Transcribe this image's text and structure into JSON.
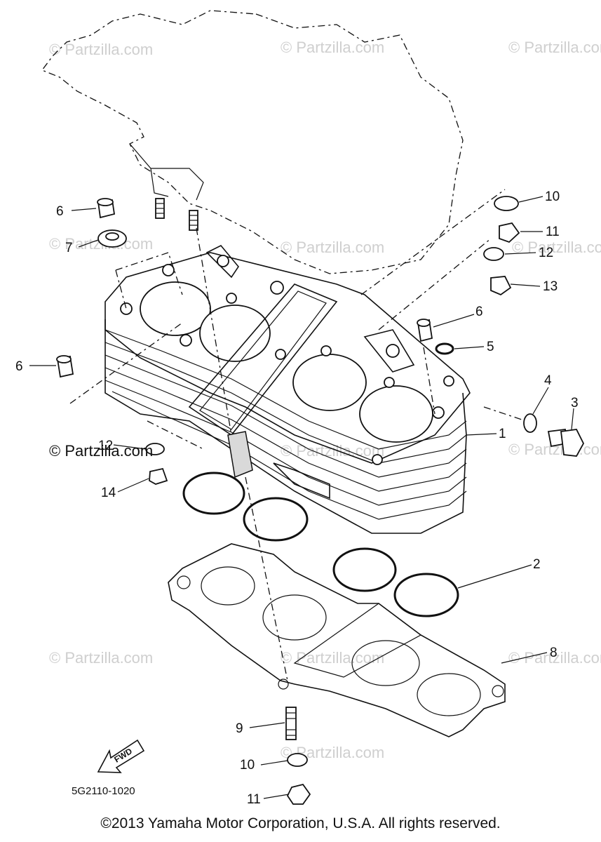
{
  "watermarks": [
    "© Partzilla.com",
    "© Partzilla.com",
    "© Partzilla.com",
    "© Partzilla.com",
    "© Partzilla.com",
    "© Partzilla.com",
    "© Partzilla.com",
    "© Partzilla.com",
    "© Partzilla.com",
    "© Partzilla.com",
    "© Partzilla.com",
    "© Partzilla.com"
  ],
  "watermark_prominent": "© Partzilla.com",
  "callouts": {
    "c1": "1",
    "c2": "2",
    "c3": "3",
    "c4": "4",
    "c5": "5",
    "c6a": "6",
    "c6b": "6",
    "c6c": "6",
    "c7": "7",
    "c8": "8",
    "c9": "9",
    "c10a": "10",
    "c10b": "10",
    "c11a": "11",
    "c11b": "11",
    "c12a": "12",
    "c12b": "12",
    "c13": "13",
    "c14": "14"
  },
  "diagram_code": "5G2110-1020",
  "fwd_label": "FWD",
  "copyright": "©2013 Yamaha Motor Corporation, U.S.A. All rights reserved."
}
